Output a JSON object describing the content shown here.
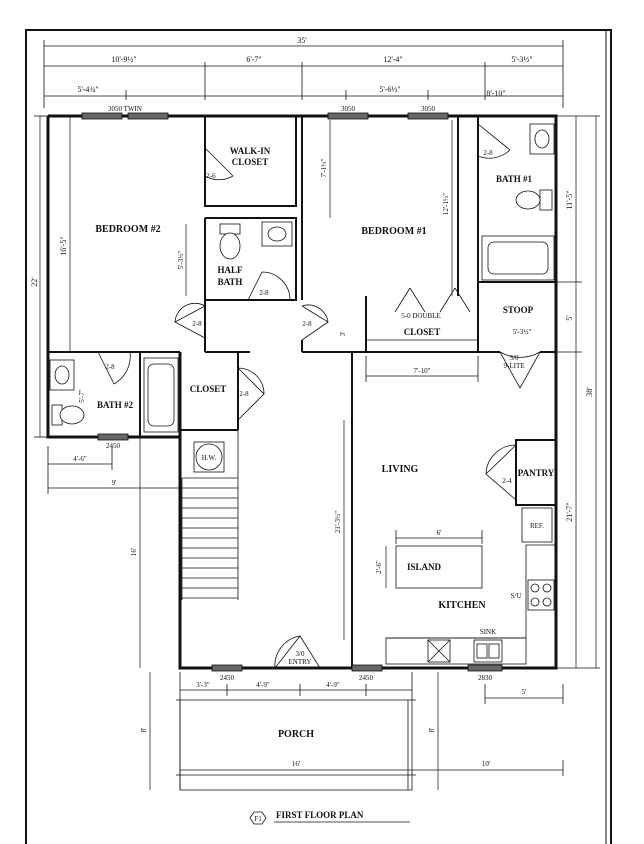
{
  "rooms": {
    "walk_in_closet": "WALK-IN\nCLOSET",
    "bedroom2": "BEDROOM #2",
    "bedroom1": "BEDROOM #1",
    "bath1": "BATH #1",
    "half_bath": "HALF\nBATH",
    "stoop": "STOOP",
    "closet_upper": "CLOSET",
    "closet_lower": "CLOSET",
    "bath2": "BATH #2",
    "living": "LIVING",
    "pantry": "PANTRY",
    "island": "ISLAND",
    "kitchen": "KITCHEN",
    "porch": "PORCH"
  },
  "fixtures": {
    "hw": "H.W.",
    "ref": "REF.",
    "su": "S/U",
    "sink": "SINK"
  },
  "doors": {
    "d26": "2-6",
    "d28a": "2-8",
    "d28b": "2-8",
    "d28c": "2-8",
    "d28d": "2-8",
    "d28e": "2-8",
    "d28f": "2-8",
    "d24": "2-4",
    "double": "5-0 DOUBLE",
    "lite": "3/0\n9-LITE",
    "entry": "3/0\nENTRY"
  },
  "windows": {
    "w3050twin": "3050 TWIN",
    "w3050a": "3050",
    "w3050b": "3050",
    "w2450a": "2450",
    "w2450b": "2450",
    "w2450c": "2450",
    "w2830": "2830"
  },
  "dims": {
    "overall_width": "35'",
    "top1": "10'-9½\"",
    "top2": "6'-7\"",
    "top3": "12'-4\"",
    "top4": "5'-3½\"",
    "top5": "5'-4¾\"",
    "top6": "5'-6½\"",
    "top7": "8'-10\"",
    "left_22": "22'",
    "left_16_5": "16'-5\"",
    "half_bath_h": "5'-3½\"",
    "closet_h": "7'-1½\"",
    "bath1_h": "12'-1½\"",
    "right_11_5": "11'-5\"",
    "right_5": "5'",
    "stoop_w": "5'-3½\"",
    "right_38": "38'",
    "right_21_7": "21'-7\"",
    "closet_3": "3'",
    "closet_7_10": "7'-10\"",
    "bath2_h": "5'-7\"",
    "bath2_w": "4'-6\"",
    "nine": "9'",
    "sixteen_v": "16'",
    "living_h": "21'-3½\"",
    "island_w": "6'",
    "island_h": "2'-6\"",
    "front1": "3'-3\"",
    "front2": "4'-9\"",
    "front3": "4'-9\"",
    "front_right": "5'",
    "porch_h1": "8'",
    "porch_h2": "8'",
    "porch_w": "16'",
    "porch_right": "10'"
  },
  "title": {
    "tag": "F1",
    "name": "FIRST FLOOR PLAN"
  }
}
